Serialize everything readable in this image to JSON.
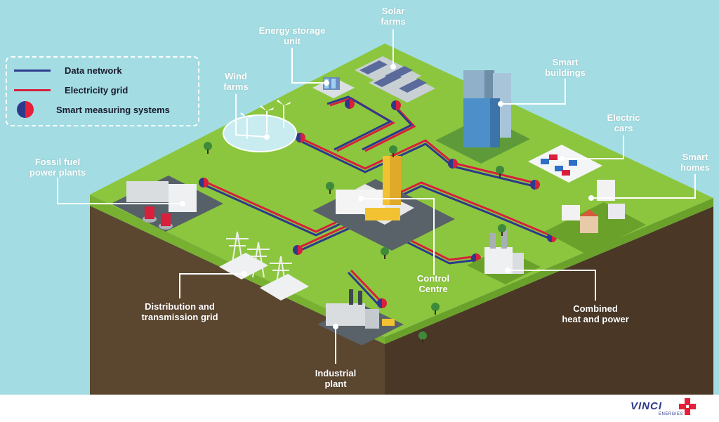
{
  "colors": {
    "sky": "#a3dde3",
    "grass": "#8cc63e",
    "grass_edge": "#78b131",
    "soil_left": "#5b4630",
    "soil_right": "#4a3725",
    "data_network": "#2d3a8c",
    "electricity_grid": "#d81f3c",
    "white": "#ffffff"
  },
  "legend": {
    "items": [
      {
        "label": "Data network",
        "icon": "blue-line-icon"
      },
      {
        "label": "Electricity grid",
        "icon": "red-line-icon"
      },
      {
        "label": "Smart measuring systems",
        "icon": "half-blue-half-red-circle-icon"
      }
    ]
  },
  "labels": {
    "solar_farms": [
      "Solar",
      "farms"
    ],
    "energy_storage": [
      "Energy storage",
      "unit"
    ],
    "wind_farms": [
      "Wind",
      "farms"
    ],
    "smart_buildings": [
      "Smart",
      "buildings"
    ],
    "electric_cars": [
      "Electric",
      "cars"
    ],
    "smart_homes": [
      "Smart",
      "homes"
    ],
    "fossil_fuel": [
      "Fossil fuel",
      "power plants"
    ],
    "control_centre": [
      "Control",
      "Centre"
    ],
    "distribution": [
      "Distribution and",
      "transmission grid"
    ],
    "combined_heat": [
      "Combined",
      "heat and power"
    ],
    "industrial_plant": [
      "Industrial",
      "plant"
    ]
  },
  "brand": {
    "name": "VINCI",
    "sub": "ENERGIES"
  }
}
